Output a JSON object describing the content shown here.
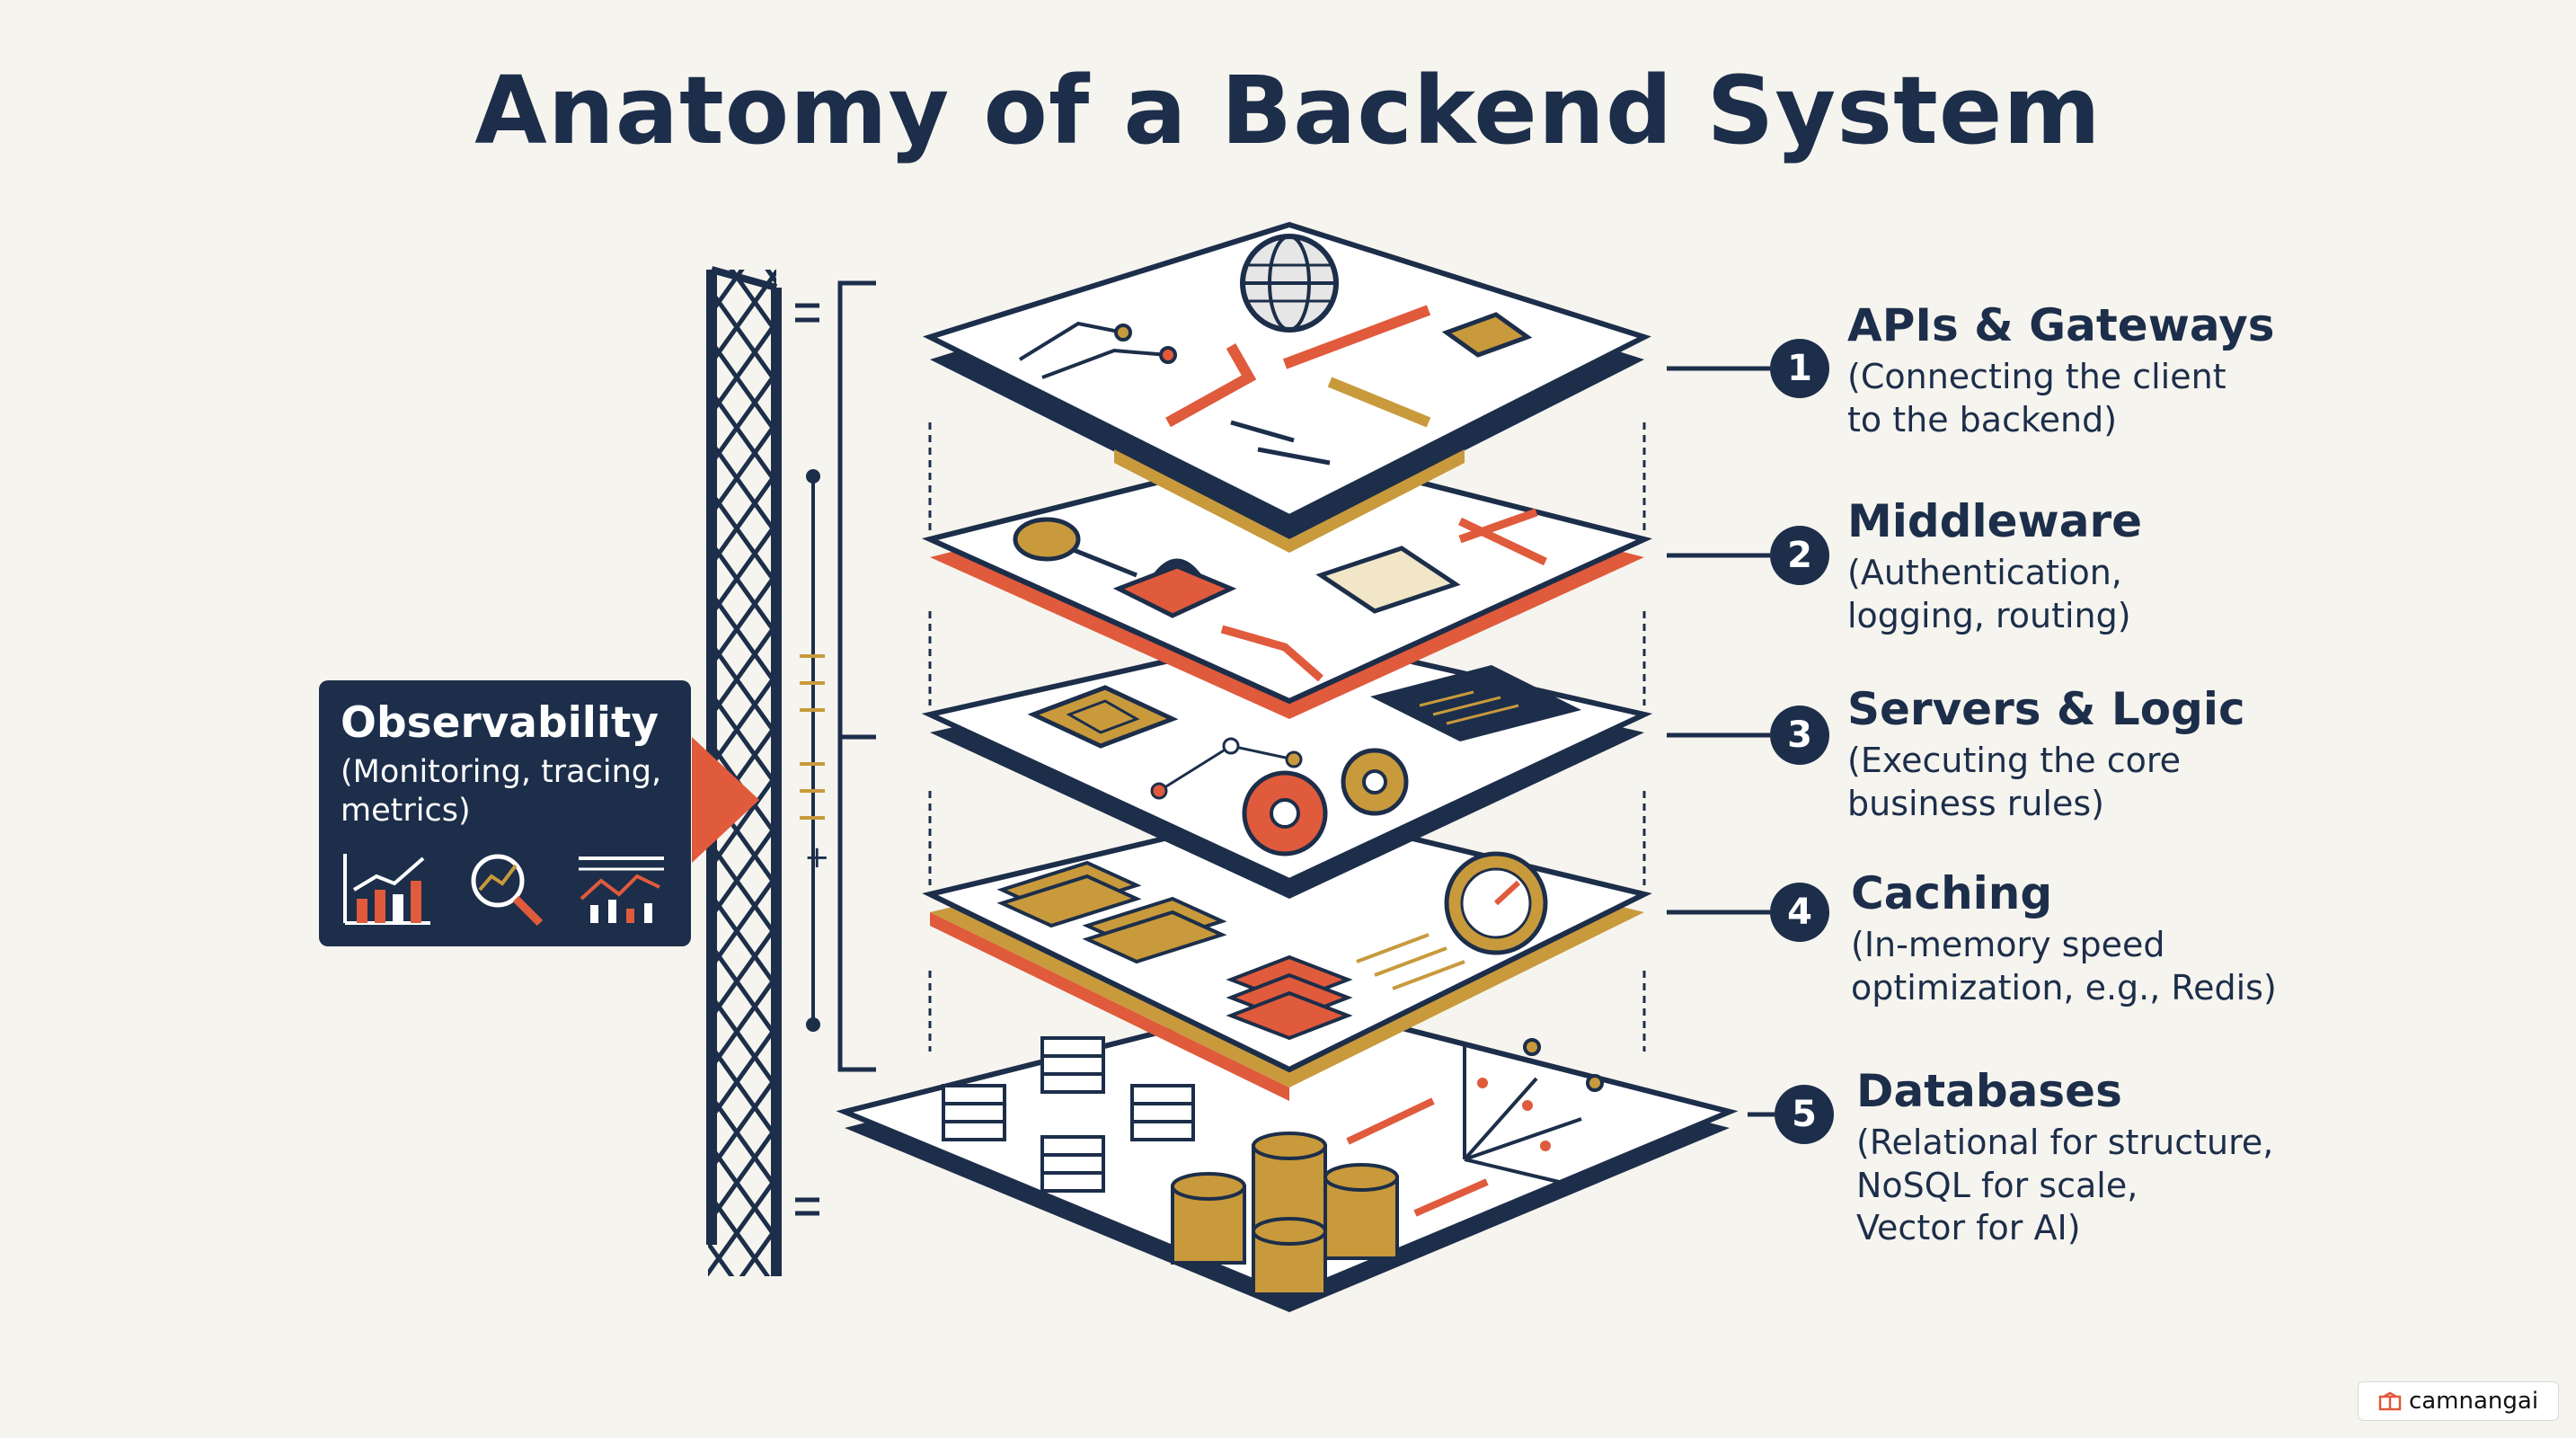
{
  "title": "Anatomy of a Backend System",
  "layers": [
    {
      "number": "1",
      "title": "APIs & Gateways",
      "description": "(Connecting the client\nto the backend)",
      "accent": "#c89a3c"
    },
    {
      "number": "2",
      "title": "Middleware",
      "description": "(Authentication,\nlogging, routing)",
      "accent": "#e05a3c"
    },
    {
      "number": "3",
      "title": "Servers & Logic",
      "description": "(Executing the core\nbusiness rules)",
      "accent": "#1c2e4a"
    },
    {
      "number": "4",
      "title": "Caching",
      "description": "(In-memory speed\noptimization, e.g., Redis)",
      "accent": "#c89a3c"
    },
    {
      "number": "5",
      "title": "Databases",
      "description": "(Relational for structure,\nNoSQL for scale,\nVector for AI)",
      "accent": "#1c2e4a"
    }
  ],
  "observability": {
    "title": "Observability",
    "description": "(Monitoring, tracing,\nmetrics)",
    "icons": [
      "bar-chart-icon",
      "magnifier-trend-icon",
      "dashboard-chart-icon"
    ]
  },
  "watermark": {
    "label": "camnangai",
    "icon": "brand-icon"
  },
  "colors": {
    "navy": "#1c2e4a",
    "red": "#e05a3c",
    "gold": "#c89a3c",
    "background": "#f6f4ee"
  }
}
